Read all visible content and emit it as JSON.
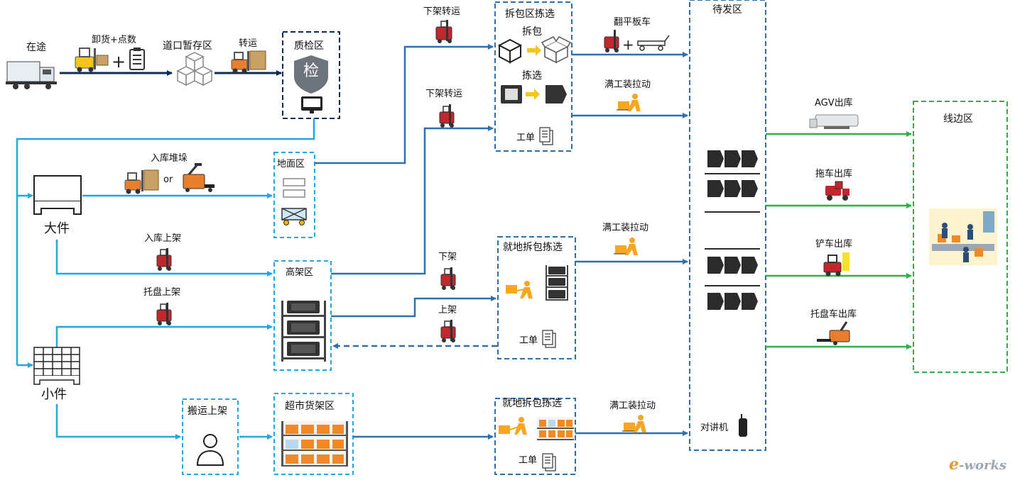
{
  "labels": {
    "in_transit": "在途",
    "unload_count": "卸货+点数",
    "dock_temp": "道口暂存区",
    "transfer": "转运",
    "qc_zone": "质检区",
    "qc_char": "检",
    "inbound_stack": "入库堆垛",
    "or": "or",
    "large_item": "大件",
    "inbound_shelve": "入库上架",
    "pallet_shelve": "托盘上架",
    "small_item": "小件",
    "ground_zone": "地面区",
    "high_rack_zone": "高架区",
    "carry_shelve": "搬运上架",
    "staff": "STAFF",
    "supermarket_rack": "超市货架区",
    "unshelve_transfer_1": "下架转运",
    "unshelve_transfer_2": "下架转运",
    "unpack_pick_zone": "拆包区拣选",
    "unpack": "拆包",
    "pick": "拣选",
    "work_order_1": "工单",
    "flip_cart": "翻平板车",
    "full_tool_pull_1": "满工装拉动",
    "unshelve": "下架",
    "shelve": "上架",
    "onsite_unpack_pick_1": "就地拆包拣选",
    "work_order_2": "工单",
    "full_tool_pull_2": "满工装拉动",
    "onsite_unpack_pick_2": "就地拆包拣选",
    "work_order_3": "工单",
    "full_tool_pull_3": "满工装拉动",
    "staging_zone": "待发区",
    "walkie_talkie": "对讲机",
    "agv_out": "AGV出库",
    "tractor_out": "拖车出库",
    "forklift_out": "铲车出库",
    "pallet_truck_out": "托盘车出库",
    "line_side_zone": "线边区",
    "watermark_e": "e",
    "watermark_rest": "-works"
  },
  "colors": {
    "dark_navy": "#0d2a5c",
    "light_blue": "#21a6e6",
    "mid_blue": "#2e6fae",
    "green": "#2eb04a",
    "orange": "#f5a623",
    "red": "#d62d20",
    "dark_gray": "#333333"
  }
}
